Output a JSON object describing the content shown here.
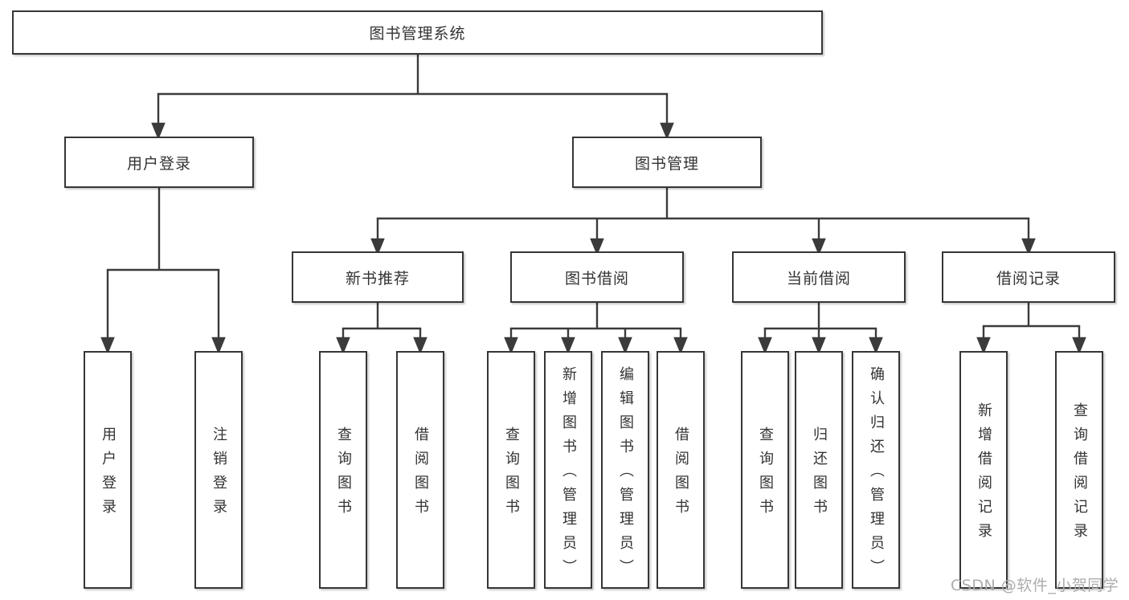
{
  "diagram_type": "functional-structure-tree",
  "colors": {
    "background": "#ffffff",
    "line": "#3b3b3b",
    "box_border": "#363636",
    "text": "#333333",
    "watermark": "#acacac"
  },
  "tree": {
    "label": "图书管理系统",
    "children": [
      {
        "label": "用户登录",
        "children": [
          {
            "label": "用户登录"
          },
          {
            "label": "注销登录"
          }
        ]
      },
      {
        "label": "图书管理",
        "children": [
          {
            "label": "新书推荐",
            "children": [
              {
                "label": "查询图书"
              },
              {
                "label": "借阅图书"
              }
            ]
          },
          {
            "label": "图书借阅",
            "children": [
              {
                "label": "查询图书"
              },
              {
                "label": "新增图书（管理员）"
              },
              {
                "label": "编辑图书（管理员）"
              },
              {
                "label": "借阅图书"
              }
            ]
          },
          {
            "label": "当前借阅",
            "children": [
              {
                "label": "查询图书"
              },
              {
                "label": "归还图书"
              },
              {
                "label": "确认归还（管理员）"
              }
            ]
          },
          {
            "label": "借阅记录",
            "children": [
              {
                "label": "新增借阅记录"
              },
              {
                "label": "查询借阅记录"
              }
            ]
          }
        ]
      }
    ]
  },
  "watermark": {
    "text": "CSDN @软件_小贺同学"
  }
}
